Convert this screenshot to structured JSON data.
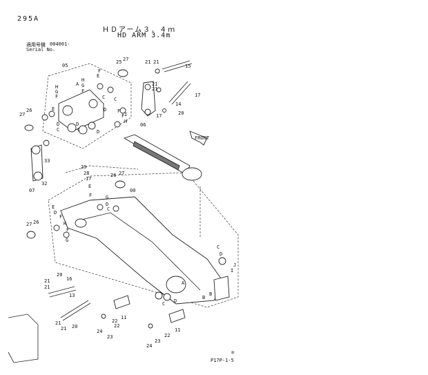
{
  "header": {
    "code": "295A",
    "title_jp": "ＨＤアーム３．４ｍ",
    "title_en": "HD ARM 3.4m",
    "serial_label_jp": "適用号機",
    "serial_value": "004001-",
    "serial_label_en": "Serial No."
  },
  "footer": {
    "page_ref": "P17P-1-5",
    "mark": "®"
  },
  "front_label": "FRONT",
  "callouts": [
    "00",
    "05",
    "06",
    "07",
    "11",
    "13",
    "14",
    "15",
    "16",
    "17",
    "20",
    "21",
    "22",
    "23",
    "24",
    "25",
    "26",
    "27",
    "28",
    "29",
    "32",
    "33",
    "A",
    "B",
    "C",
    "D",
    "E",
    "F",
    "G",
    "H",
    "I",
    "J"
  ]
}
